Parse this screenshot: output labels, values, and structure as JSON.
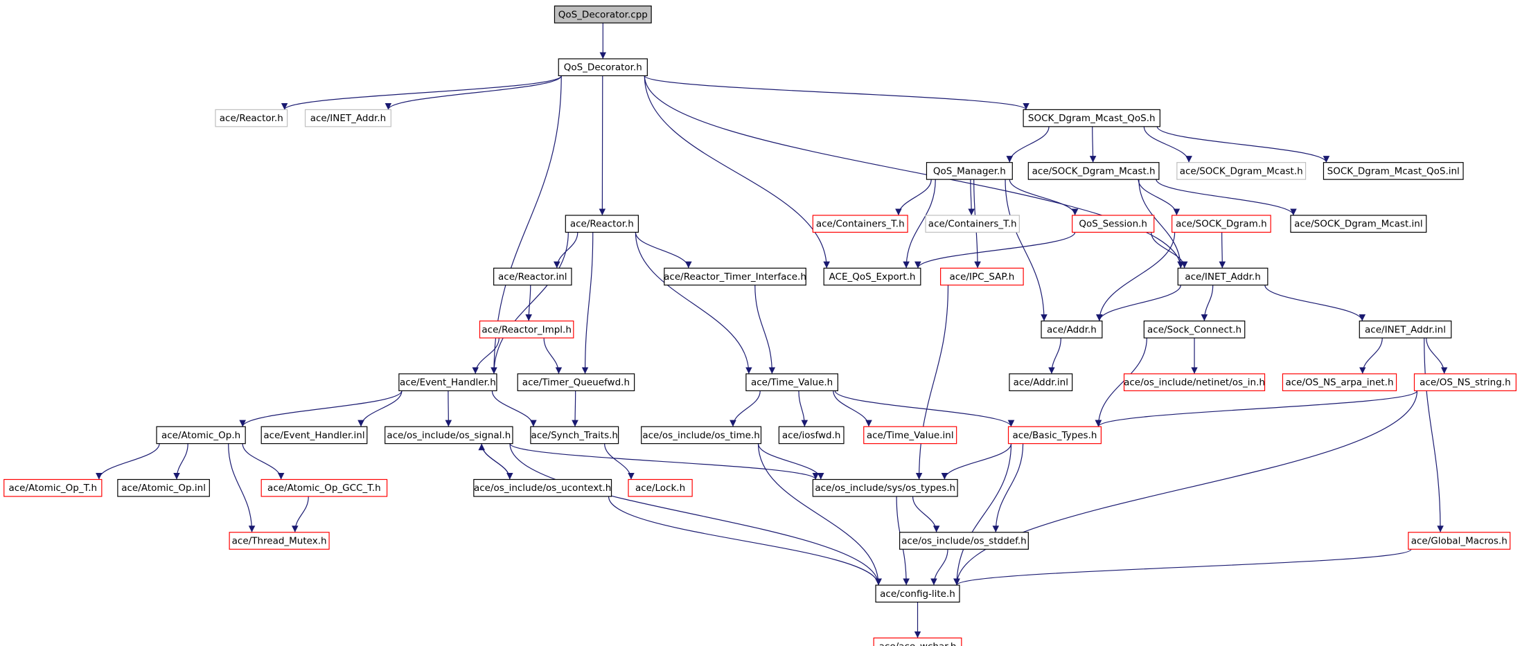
{
  "colors": {
    "edge": "#191970",
    "node_border": "#000000",
    "node_missing_border": "#bfbfbf",
    "node_incomplete_border": "#ff0000",
    "root_fill": "#bfbfbf",
    "node_fill": "#ffffff"
  },
  "nodes": [
    {
      "id": "n0",
      "label": "QoS_Decorator.cpp",
      "kind": "root"
    },
    {
      "id": "n1",
      "label": "QoS_Decorator.h",
      "kind": "normal"
    },
    {
      "id": "n2",
      "label": "ace/Reactor.h",
      "kind": "missing"
    },
    {
      "id": "n3",
      "label": "ace/INET_Addr.h",
      "kind": "missing"
    },
    {
      "id": "n4",
      "label": "SOCK_Dgram_Mcast_QoS.h",
      "kind": "normal"
    },
    {
      "id": "n5",
      "label": "QoS_Manager.h",
      "kind": "normal"
    },
    {
      "id": "n6",
      "label": "ace/SOCK_Dgram_Mcast.h",
      "kind": "normal"
    },
    {
      "id": "n7",
      "label": "ace/SOCK_Dgram_Mcast.h",
      "kind": "missing"
    },
    {
      "id": "n8",
      "label": "SOCK_Dgram_Mcast_QoS.inl",
      "kind": "normal"
    },
    {
      "id": "n9",
      "label": "ace/Reactor.h",
      "kind": "normal"
    },
    {
      "id": "n10",
      "label": "ace/Containers_T.h",
      "kind": "incomplete"
    },
    {
      "id": "n11",
      "label": "ace/Containers_T.h",
      "kind": "missing"
    },
    {
      "id": "n12",
      "label": "QoS_Session.h",
      "kind": "incomplete"
    },
    {
      "id": "n13",
      "label": "ace/SOCK_Dgram.h",
      "kind": "incomplete"
    },
    {
      "id": "n14",
      "label": "ace/SOCK_Dgram_Mcast.inl",
      "kind": "normal"
    },
    {
      "id": "n15",
      "label": "ace/Reactor.inl",
      "kind": "normal"
    },
    {
      "id": "n16",
      "label": "ace/Reactor_Timer_Interface.h",
      "kind": "normal"
    },
    {
      "id": "n17",
      "label": "ACE_QoS_Export.h",
      "kind": "normal"
    },
    {
      "id": "n18",
      "label": "ace/IPC_SAP.h",
      "kind": "incomplete"
    },
    {
      "id": "n19",
      "label": "ace/INET_Addr.h",
      "kind": "normal"
    },
    {
      "id": "n20",
      "label": "ace/Reactor_Impl.h",
      "kind": "incomplete"
    },
    {
      "id": "n21",
      "label": "ace/Addr.h",
      "kind": "normal"
    },
    {
      "id": "n22",
      "label": "ace/Sock_Connect.h",
      "kind": "normal"
    },
    {
      "id": "n23",
      "label": "ace/INET_Addr.inl",
      "kind": "normal"
    },
    {
      "id": "n24",
      "label": "ace/Event_Handler.h",
      "kind": "normal"
    },
    {
      "id": "n25",
      "label": "ace/Timer_Queuefwd.h",
      "kind": "normal"
    },
    {
      "id": "n26",
      "label": "ace/Time_Value.h",
      "kind": "normal"
    },
    {
      "id": "n27",
      "label": "ace/Addr.inl",
      "kind": "normal"
    },
    {
      "id": "n28",
      "label": "ace/os_include/netinet/os_in.h",
      "kind": "incomplete"
    },
    {
      "id": "n29",
      "label": "ace/OS_NS_arpa_inet.h",
      "kind": "incomplete"
    },
    {
      "id": "n30",
      "label": "ace/OS_NS_string.h",
      "kind": "incomplete"
    },
    {
      "id": "n31",
      "label": "ace/Atomic_Op.h",
      "kind": "normal"
    },
    {
      "id": "n32",
      "label": "ace/Event_Handler.inl",
      "kind": "normal"
    },
    {
      "id": "n33",
      "label": "ace/os_include/os_signal.h",
      "kind": "normal"
    },
    {
      "id": "n34",
      "label": "ace/Synch_Traits.h",
      "kind": "normal"
    },
    {
      "id": "n35",
      "label": "ace/os_include/os_time.h",
      "kind": "normal"
    },
    {
      "id": "n36",
      "label": "ace/iosfwd.h",
      "kind": "normal"
    },
    {
      "id": "n37",
      "label": "ace/Time_Value.inl",
      "kind": "incomplete"
    },
    {
      "id": "n38",
      "label": "ace/Basic_Types.h",
      "kind": "incomplete"
    },
    {
      "id": "n39",
      "label": "ace/Atomic_Op_T.h",
      "kind": "incomplete"
    },
    {
      "id": "n40",
      "label": "ace/Atomic_Op.inl",
      "kind": "normal"
    },
    {
      "id": "n41",
      "label": "ace/Atomic_Op_GCC_T.h",
      "kind": "incomplete"
    },
    {
      "id": "n42",
      "label": "ace/os_include/os_ucontext.h",
      "kind": "normal"
    },
    {
      "id": "n43",
      "label": "ace/Lock.h",
      "kind": "incomplete"
    },
    {
      "id": "n44",
      "label": "ace/os_include/sys/os_types.h",
      "kind": "normal"
    },
    {
      "id": "n45",
      "label": "ace/Thread_Mutex.h",
      "kind": "incomplete"
    },
    {
      "id": "n46",
      "label": "ace/os_include/os_stddef.h",
      "kind": "normal"
    },
    {
      "id": "n47",
      "label": "ace/Global_Macros.h",
      "kind": "incomplete"
    },
    {
      "id": "n48",
      "label": "ace/config-lite.h",
      "kind": "normal"
    },
    {
      "id": "n49",
      "label": "ace/ace_wchar.h",
      "kind": "incomplete"
    }
  ],
  "edges": [
    [
      "n0",
      "n1"
    ],
    [
      "n1",
      "n2"
    ],
    [
      "n1",
      "n3"
    ],
    [
      "n1",
      "n4"
    ],
    [
      "n1",
      "n9"
    ],
    [
      "n1",
      "n17"
    ],
    [
      "n1",
      "n19"
    ],
    [
      "n1",
      "n24"
    ],
    [
      "n4",
      "n5"
    ],
    [
      "n4",
      "n6"
    ],
    [
      "n4",
      "n7"
    ],
    [
      "n4",
      "n8"
    ],
    [
      "n5",
      "n10"
    ],
    [
      "n5",
      "n11"
    ],
    [
      "n5",
      "n12"
    ],
    [
      "n5",
      "n17"
    ],
    [
      "n5",
      "n18"
    ],
    [
      "n5",
      "n21"
    ],
    [
      "n6",
      "n13"
    ],
    [
      "n6",
      "n14"
    ],
    [
      "n6",
      "n19"
    ],
    [
      "n9",
      "n15"
    ],
    [
      "n9",
      "n16"
    ],
    [
      "n9",
      "n24"
    ],
    [
      "n9",
      "n25"
    ],
    [
      "n9",
      "n26"
    ],
    [
      "n12",
      "n17"
    ],
    [
      "n12",
      "n19"
    ],
    [
      "n13",
      "n19"
    ],
    [
      "n13",
      "n21"
    ],
    [
      "n15",
      "n20"
    ],
    [
      "n16",
      "n26"
    ],
    [
      "n18",
      "n44"
    ],
    [
      "n19",
      "n21"
    ],
    [
      "n19",
      "n22"
    ],
    [
      "n19",
      "n23"
    ],
    [
      "n20",
      "n24"
    ],
    [
      "n20",
      "n25"
    ],
    [
      "n21",
      "n27"
    ],
    [
      "n22",
      "n28"
    ],
    [
      "n22",
      "n38"
    ],
    [
      "n23",
      "n29"
    ],
    [
      "n23",
      "n30"
    ],
    [
      "n23",
      "n47"
    ],
    [
      "n24",
      "n31"
    ],
    [
      "n24",
      "n32"
    ],
    [
      "n24",
      "n33"
    ],
    [
      "n24",
      "n34"
    ],
    [
      "n25",
      "n34"
    ],
    [
      "n26",
      "n35"
    ],
    [
      "n26",
      "n36"
    ],
    [
      "n26",
      "n37"
    ],
    [
      "n26",
      "n38"
    ],
    [
      "n30",
      "n38"
    ],
    [
      "n30",
      "n48"
    ],
    [
      "n31",
      "n39"
    ],
    [
      "n31",
      "n40"
    ],
    [
      "n31",
      "n41"
    ],
    [
      "n31",
      "n45"
    ],
    [
      "n33",
      "n42"
    ],
    [
      "n33",
      "n44"
    ],
    [
      "n33",
      "n48"
    ],
    [
      "n34",
      "n43"
    ],
    [
      "n35",
      "n44"
    ],
    [
      "n35",
      "n48"
    ],
    [
      "n38",
      "n44"
    ],
    [
      "n38",
      "n46"
    ],
    [
      "n38",
      "n48"
    ],
    [
      "n41",
      "n45"
    ],
    [
      "n42",
      "n33"
    ],
    [
      "n42",
      "n48"
    ],
    [
      "n44",
      "n46"
    ],
    [
      "n44",
      "n48"
    ],
    [
      "n46",
      "n48"
    ],
    [
      "n47",
      "n48"
    ],
    [
      "n48",
      "n49"
    ]
  ]
}
